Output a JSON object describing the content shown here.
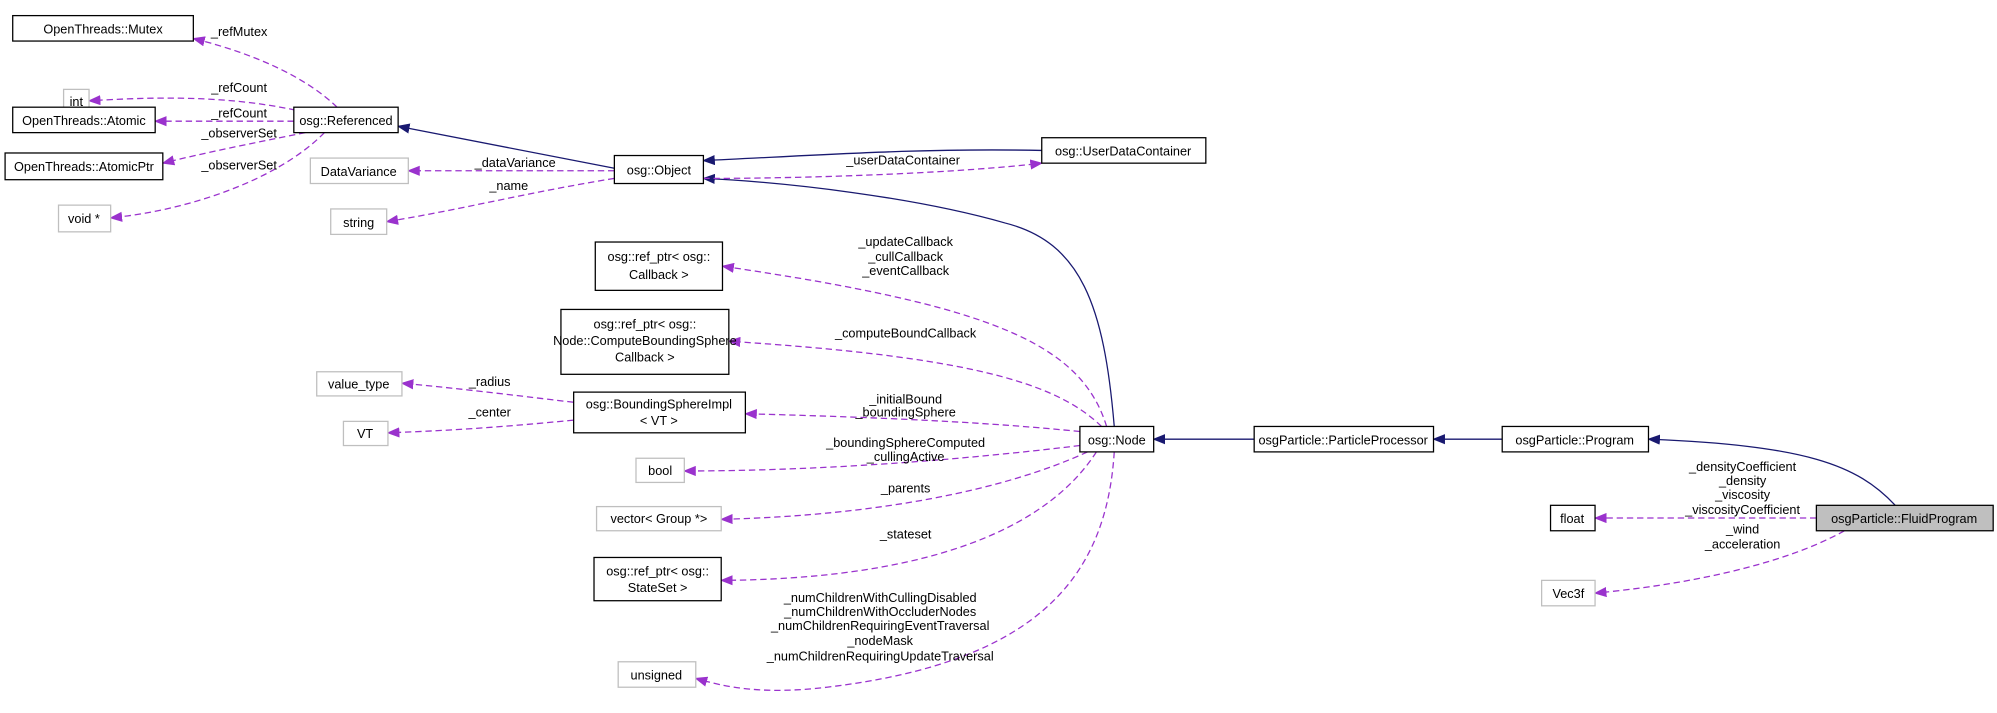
{
  "colors": {
    "inheritance": "#191970",
    "usage": "#9a32cd",
    "focus_fill": "#bfbfbf"
  },
  "nodes": {
    "mutex": "OpenThreads::Mutex",
    "int": "int",
    "atomic": "OpenThreads::Atomic",
    "atomicptr": "OpenThreads::AtomicPtr",
    "voidptr": "void *",
    "referenced": "osg::Referenced",
    "datavariance": "DataVariance",
    "string": "string",
    "object": "osg::Object",
    "udc": "osg::UserDataContainer",
    "callback": [
      "osg::ref_ptr< osg::",
      "Callback >"
    ],
    "cbs": [
      "osg::ref_ptr< osg::",
      "Node::ComputeBoundingSphere",
      "Callback >"
    ],
    "value_type": "value_type",
    "vt": "VT",
    "bsimpl": [
      "osg::BoundingSphereImpl",
      "< VT >"
    ],
    "bool": "bool",
    "vector": "vector< Group *>",
    "stateset": [
      "osg::ref_ptr< osg::",
      "StateSet >"
    ],
    "unsigned": "unsigned",
    "node": "osg::Node",
    "pp": "osgParticle::ParticleProcessor",
    "program": "osgParticle::Program",
    "float": "float",
    "vec3f": "Vec3f",
    "fluid": "osgParticle::FluidProgram"
  },
  "edges": {
    "refMutex": "_refMutex",
    "refCount1": "_refCount",
    "refCount2": "_refCount",
    "observerSet1": "_observerSet",
    "observerSet2": "_observerSet",
    "dataVariance": "_dataVariance",
    "name": "_name",
    "userDataContainer": "_userDataContainer",
    "callbacks": [
      "_updateCallback",
      "_cullCallback",
      "_eventCallback"
    ],
    "computeBound": "_computeBoundCallback",
    "radius": "_radius",
    "center": "_center",
    "bound": [
      "_initialBound",
      "_boundingSphere"
    ],
    "boolFields": [
      "_boundingSphereComputed",
      "_cullingActive"
    ],
    "parents": "_parents",
    "stateset": "_stateset",
    "unsignedFields": [
      "_numChildrenWithCullingDisabled",
      "_numChildrenWithOccluderNodes",
      "_numChildrenRequiringEventTraversal",
      "_nodeMask",
      "_numChildrenRequiringUpdateTraversal"
    ],
    "floatFields": [
      "_densityCoefficient",
      "_density",
      "_viscosity",
      "_viscosityCoefficient"
    ],
    "vecFields": [
      "_wind",
      "_acceleration"
    ]
  }
}
